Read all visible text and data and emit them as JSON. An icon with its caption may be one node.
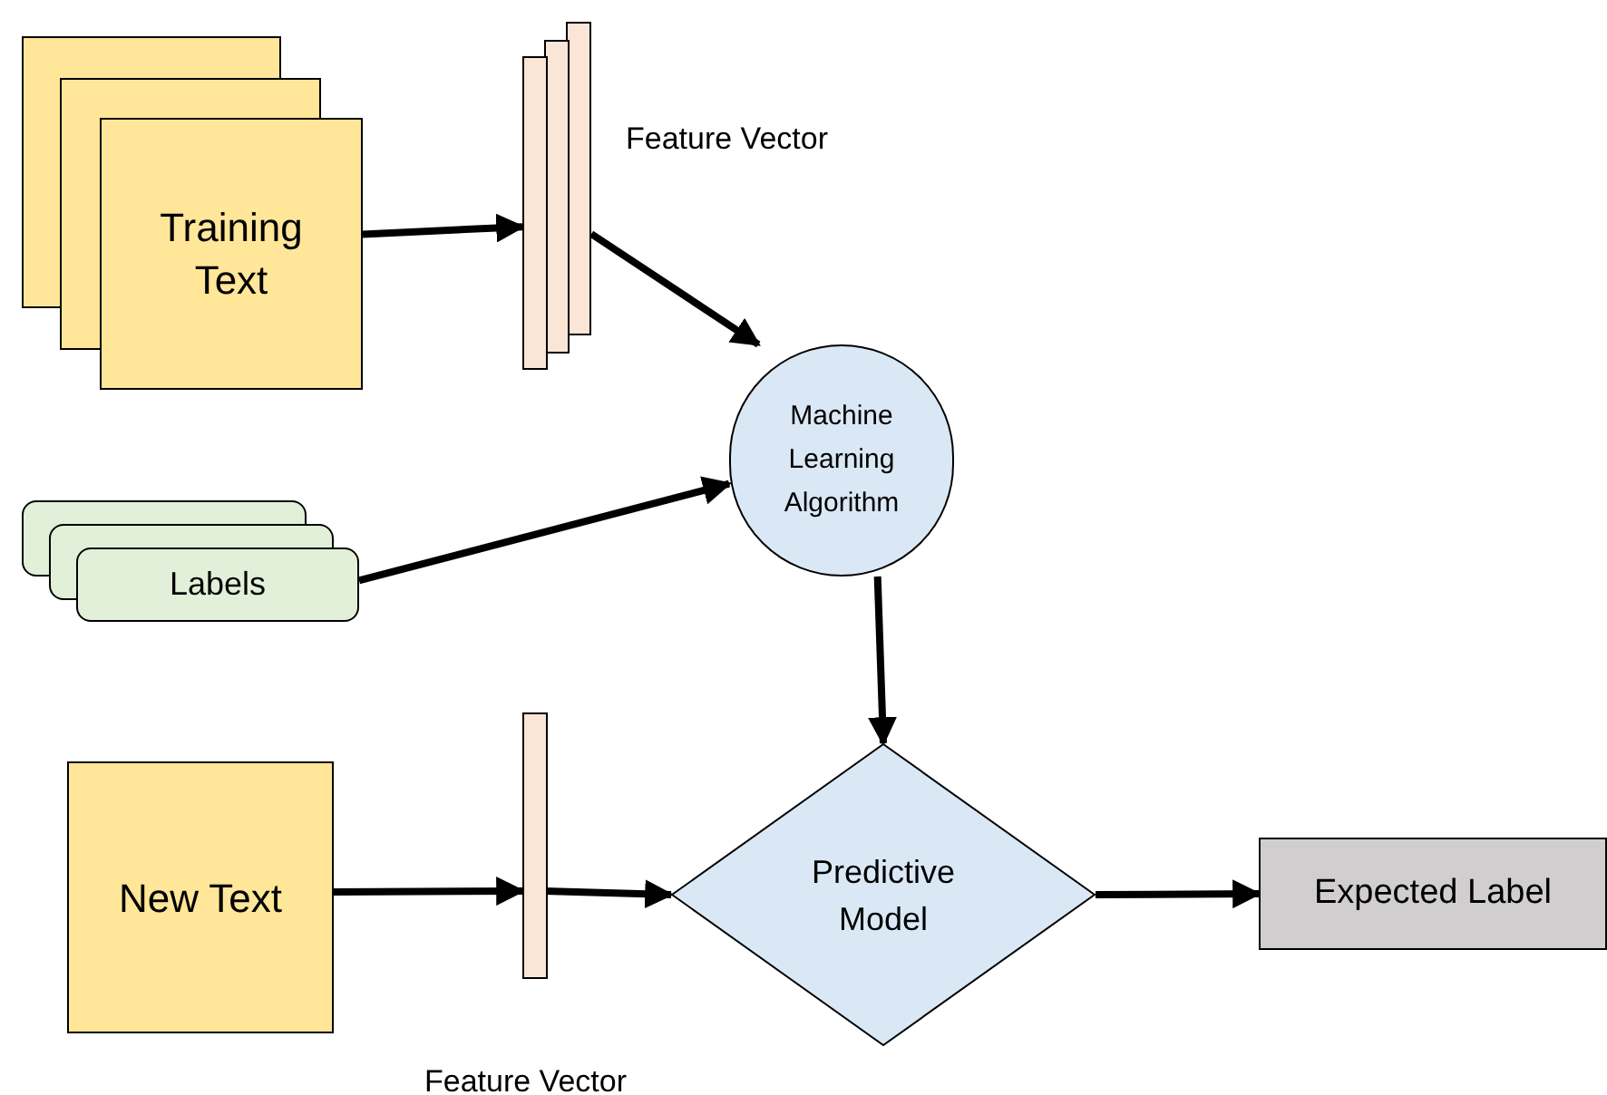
{
  "diagram": {
    "nodes": [
      {
        "text": [
          "Training Text"
        ]
      },
      {
        "text": [],
        "shape": "bar",
        "beside": [
          "Feature Vector"
        ]
      },
      {
        "text": [
          "Machine Learning Algorithm"
        ]
      },
      {
        "text": [
          "Labels"
        ]
      },
      {
        "text": [
          "New Text"
        ]
      },
      {
        "text": [],
        "shape": "bar"
      },
      {
        "text": [
          "Predictive Model"
        ]
      },
      {
        "text": [
          "Expected Label"
        ]
      }
    ],
    "edges": [
      {
        "from": 0,
        "to": 1,
        "arrow": "to"
      },
      {
        "from": 1,
        "to": 2,
        "arrow": "to"
      },
      {
        "from": 3,
        "to": 2,
        "arrow": "to"
      },
      {
        "from": 2,
        "to": 6,
        "arrow": "to"
      },
      {
        "from": 4,
        "to": 5,
        "arrow": "to"
      },
      {
        "from": 5,
        "to": 6,
        "arrow": "to"
      },
      {
        "from": 6,
        "to": 7,
        "arrow": "to"
      }
    ],
    "labels": [
      "Feature Vector"
    ]
  }
}
